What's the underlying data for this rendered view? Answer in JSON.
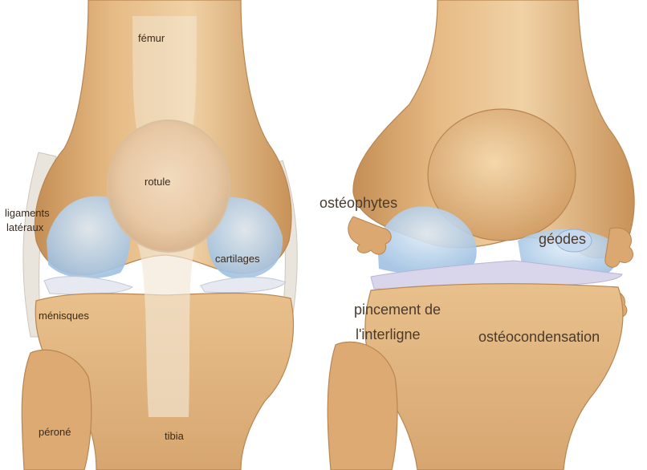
{
  "labels": {
    "healthy": {
      "femur": "fémur",
      "rotule": "rotule",
      "ligaments_line1": "ligaments",
      "ligaments_line2": "latéraux",
      "cartilages": "cartilages",
      "menisques": "ménisques",
      "perone": "péroné",
      "tibia": "tibia"
    },
    "arthritic": {
      "osteophytes": "ostéophytes",
      "geodes": "géodes",
      "pincement_line1": "pincement de",
      "pincement_line2": "l'interligne",
      "osteocondensation": "ostéocondensation"
    }
  },
  "colors": {
    "bone": "#e2b57e",
    "bone_light": "#f0d2a6",
    "bone_shadow": "#c48e55",
    "cartilage": "#a9c9e6",
    "cartilage_light": "#d6e6f4",
    "meniscus": "#e6e8f2",
    "ligament": "#e9e4dc",
    "label_text": "#3a2a1e"
  }
}
